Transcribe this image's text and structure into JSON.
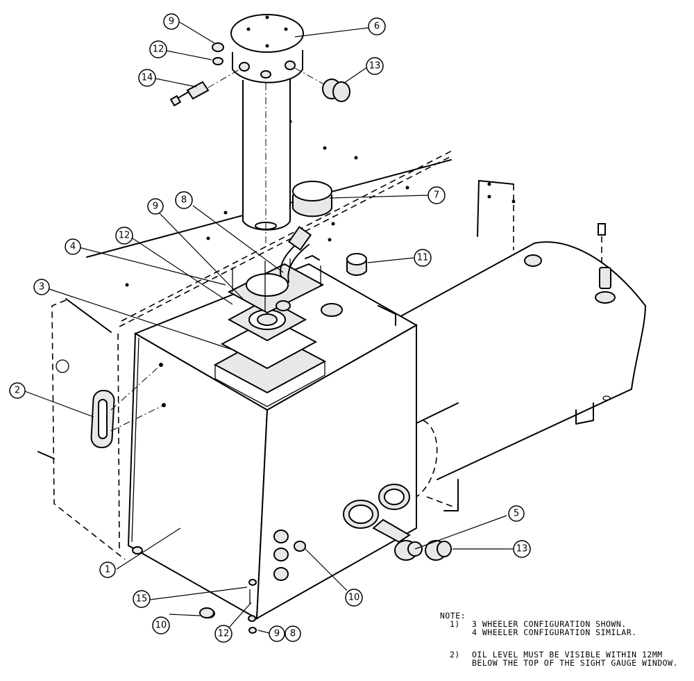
{
  "callouts": [
    {
      "id": "c1",
      "label": "1"
    },
    {
      "id": "c2",
      "label": "2"
    },
    {
      "id": "c3",
      "label": "3"
    },
    {
      "id": "c4",
      "label": "4"
    },
    {
      "id": "c5",
      "label": "5"
    },
    {
      "id": "c6",
      "label": "6"
    },
    {
      "id": "c7",
      "label": "7"
    },
    {
      "id": "c8a",
      "label": "8"
    },
    {
      "id": "c8b",
      "label": "8"
    },
    {
      "id": "c9a",
      "label": "9"
    },
    {
      "id": "c9b",
      "label": "9"
    },
    {
      "id": "c9c",
      "label": "9"
    },
    {
      "id": "c10a",
      "label": "10"
    },
    {
      "id": "c10b",
      "label": "10"
    },
    {
      "id": "c11",
      "label": "11"
    },
    {
      "id": "c12a",
      "label": "12"
    },
    {
      "id": "c12b",
      "label": "12"
    },
    {
      "id": "c12c",
      "label": "12"
    },
    {
      "id": "c13a",
      "label": "13"
    },
    {
      "id": "c13b",
      "label": "13"
    },
    {
      "id": "c14",
      "label": "14"
    },
    {
      "id": "c15",
      "label": "15"
    }
  ],
  "notes": {
    "heading": "NOTE:",
    "item1_num": "1)",
    "item1_line1": "3 WHEELER CONFIGURATION SHOWN.",
    "item1_line2": "4 WHEELER CONFIGURATION SIMILAR.",
    "item2_num": "2)",
    "item2_line1": "OIL LEVEL MUST BE VISIBLE WITHIN 12MM",
    "item2_line2": "BELOW THE TOP OF THE SIGHT GAUGE WINDOW."
  }
}
